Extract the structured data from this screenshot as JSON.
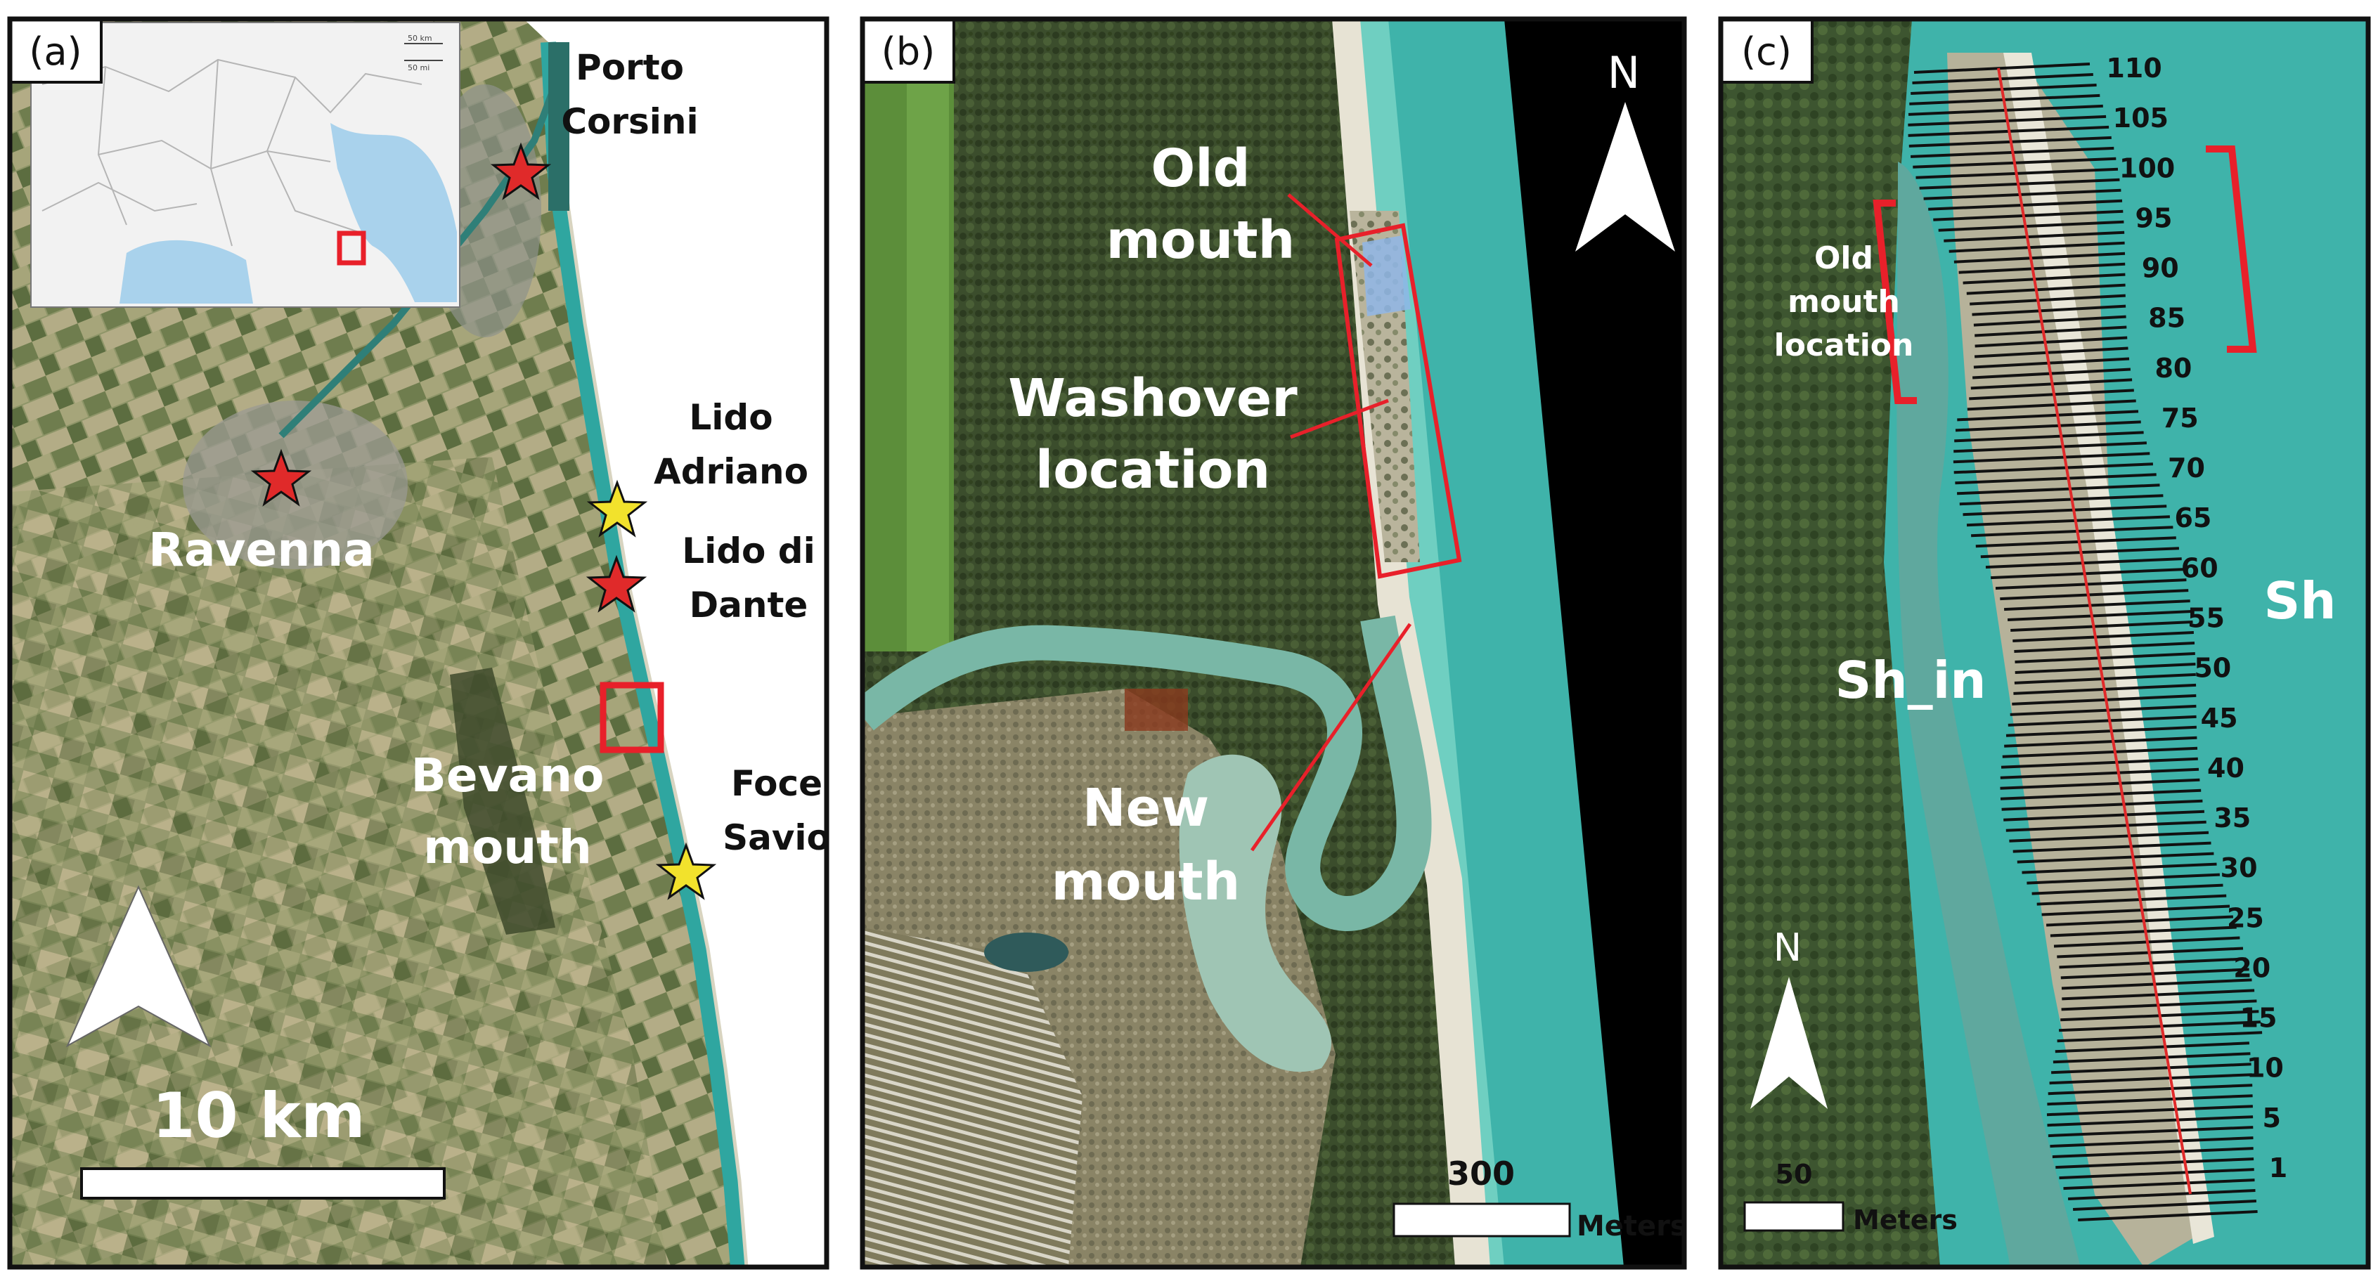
{
  "panel_a": {
    "tag": "(a)",
    "places": {
      "porto_1": "Porto",
      "porto_2": "Corsini",
      "ravenna": "Ravenna",
      "lido_adriano_1": "Lido",
      "lido_adriano_2": "Adriano",
      "lido_dante_1": "Lido di",
      "lido_dante_2": "Dante",
      "bevano_1": "Bevano",
      "bevano_2": "mouth",
      "foce_1": "Foce",
      "foce_2": "Savio"
    },
    "scale_label": "10 km",
    "inset_scale_1": "50 km",
    "inset_scale_2": "50 mi"
  },
  "panel_b": {
    "tag": "(b)",
    "north": "N",
    "labels": {
      "old_1": "Old",
      "old_2": "mouth",
      "wash_1": "Washover",
      "wash_2": "location",
      "new_1": "New",
      "new_2": "mouth"
    },
    "scale_value": "300",
    "scale_unit": "Meters"
  },
  "panel_c": {
    "tag": "(c)",
    "north": "N",
    "labels": {
      "old_1": "Old",
      "old_2": "mouth",
      "old_3": "location",
      "sh_in": "Sh_in",
      "sh": "Sh"
    },
    "transect_labels": [
      "110",
      "105",
      "100",
      "95",
      "90",
      "85",
      "80",
      "75",
      "70",
      "65",
      "60",
      "55",
      "50",
      "45",
      "40",
      "35",
      "30",
      "25",
      "20",
      "15",
      "10",
      "5",
      "1"
    ],
    "scale_value": "50",
    "scale_unit": "Meters"
  },
  "colors": {
    "star_red": "#e02a2a",
    "star_yellow": "#f2e22c",
    "highlight_red": "#e8202a",
    "sea": "#3fb3aa",
    "vegetation": "#3a4e2a",
    "farmland": "#8d9467"
  }
}
